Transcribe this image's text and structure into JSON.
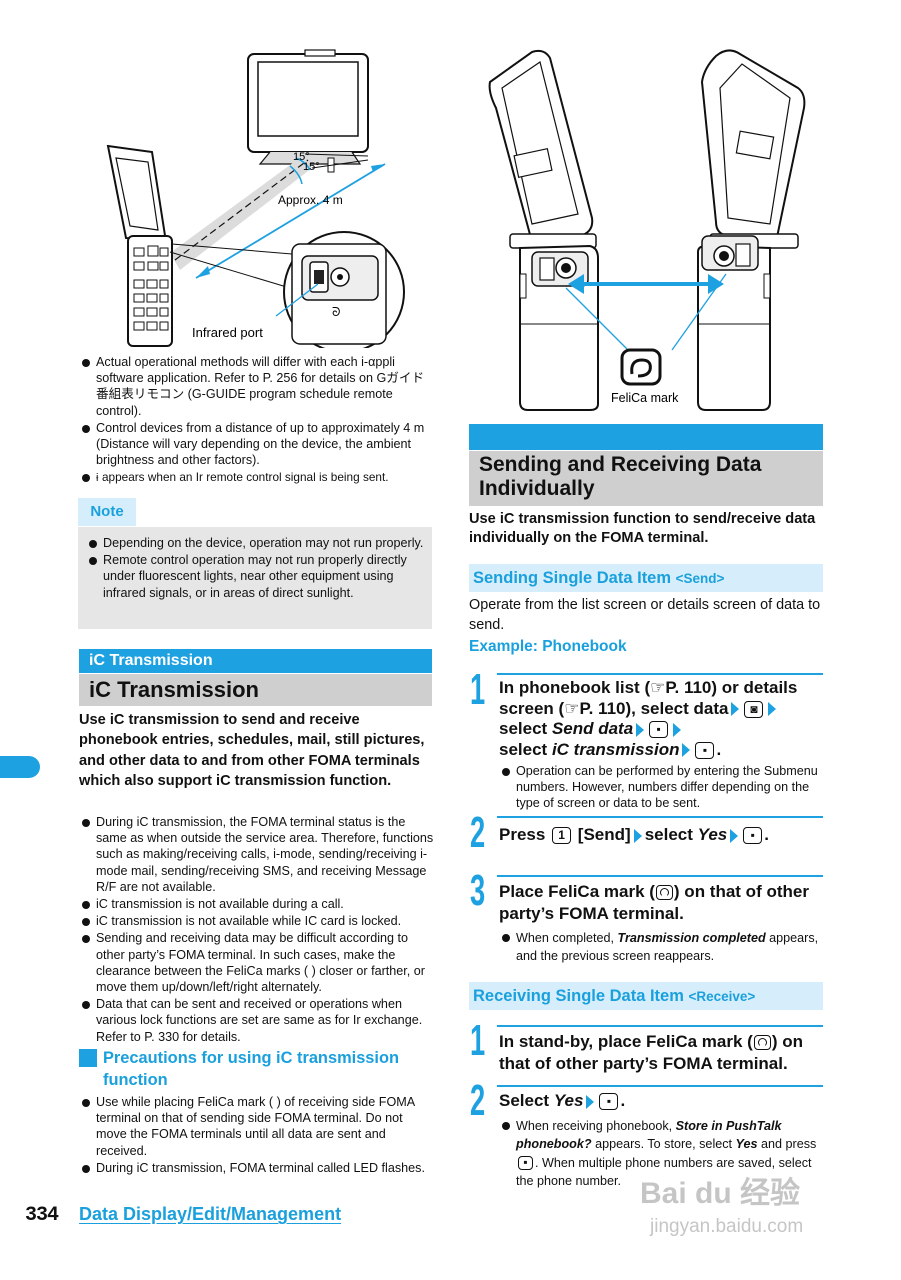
{
  "figures": {
    "left_labels": {
      "angle1": "15°",
      "angle2": "15°",
      "distance": "Approx. 4 m",
      "port": "Infrared port"
    },
    "right_labels": {
      "felica": "FeliCa mark"
    }
  },
  "left_bullets": [
    "Actual operational methods will differ with each i-αppli software application. Refer to P. 256 for details on Gガイド番組表リモコン (G-GUIDE program schedule remote control).",
    "Control devices from a distance of up to approximately 4 m (Distance will vary depending on the device, the ambient brightness and other factors).",
    "appears when an Ir remote control signal is being sent."
  ],
  "note": {
    "tab": "Note",
    "items": [
      "Depending on the device, operation may not run properly.",
      "Remote control operation may not run properly directly under fluorescent lights, near other equipment using infrared signals, or in areas of direct sunlight."
    ]
  },
  "ic_section": {
    "band": "iC Transmission",
    "title": "iC Transmission",
    "intro": "Use iC transmission to send and receive phonebook entries, schedules, mail, still pictures, and other data to and from other FOMA terminals which also support iC transmission function.",
    "bullets": [
      "During iC transmission, the FOMA terminal status is the same as when outside the service area. Therefore, functions such as making/receiving calls, i-mode, sending/receiving i-mode mail, sending/receiving SMS, and receiving Message R/F are not available.",
      "iC transmission is not available during a call.",
      "iC transmission is not available while IC card is locked.",
      "Sending and receiving data may be difficult according to other party’s FOMA terminal. In such cases, make the clearance between the FeliCa marks ( ) closer or farther, or move them up/down/left/right alternately.",
      "Data that can be sent and received or operations when various lock functions are set are same as for Ir exchange. Refer to P. 330 for details."
    ],
    "precautions_title": "Precautions for using iC transmission function",
    "precautions": [
      "Use while placing FeliCa mark ( ) of receiving side FOMA terminal on that of sending side FOMA terminal. Do not move the FOMA terminals until all data are sent and received.",
      "During iC transmission, FOMA terminal called LED flashes."
    ]
  },
  "send_recv": {
    "title": "Sending and Receiving Data Individually",
    "intro": "Use iC transmission function to send/receive data individually on the FOMA terminal.",
    "send_title": "Sending Single Data Item",
    "send_tag": "<Send>",
    "send_intro": "Operate from the list screen or details screen of data to send.",
    "example": "Example: Phonebook",
    "send_steps": {
      "s1": {
        "num": "1",
        "a": "In phonebook list (",
        "ref1": "P. 110) or details screen (",
        "ref2": "P. 110), select data",
        "b": "select",
        "c": "Send data",
        "d": "select",
        "e": "iC transmission",
        "sub": "Operation can be performed by entering the Submenu numbers. However, numbers differ depending on the type of screen or data to be sent."
      },
      "s2": {
        "num": "2",
        "a": "Press",
        "key": "1",
        "b": "[Send]",
        "c": "select",
        "d": "Yes"
      },
      "s3": {
        "num": "3",
        "a": "Place FeliCa mark (",
        "b": ") on that of other party’s FOMA terminal.",
        "sub_a": "When completed,",
        "sub_b": "Transmission completed",
        "sub_c": "appears, and the previous screen reappears."
      }
    },
    "recv_title": "Receiving Single Data Item",
    "recv_tag": "<Receive>",
    "recv_steps": {
      "s1": {
        "num": "1",
        "a": "In stand-by, place FeliCa mark (",
        "b": ") on that of other party’s FOMA terminal."
      },
      "s2": {
        "num": "2",
        "a": "Select",
        "b": "Yes",
        "sub_a": "When receiving phonebook,",
        "sub_b": "Store in PushTalk phonebook?",
        "sub_c": "appears. To store, select",
        "sub_d": "Yes",
        "sub_e": "and press",
        "sub_f": ". When multiple phone numbers are saved, select the phone number."
      }
    }
  },
  "footer": {
    "page": "334",
    "title": "Data Display/Edit/Management"
  },
  "watermark": {
    "logo": "Bai du 经验",
    "url": "jingyan.baidu.com"
  },
  "colors": {
    "accent": "#1ea1e1",
    "note_bg": "#e6e6e6",
    "title_bg": "#cfcfcf",
    "tab_bg": "#d6eefb"
  }
}
